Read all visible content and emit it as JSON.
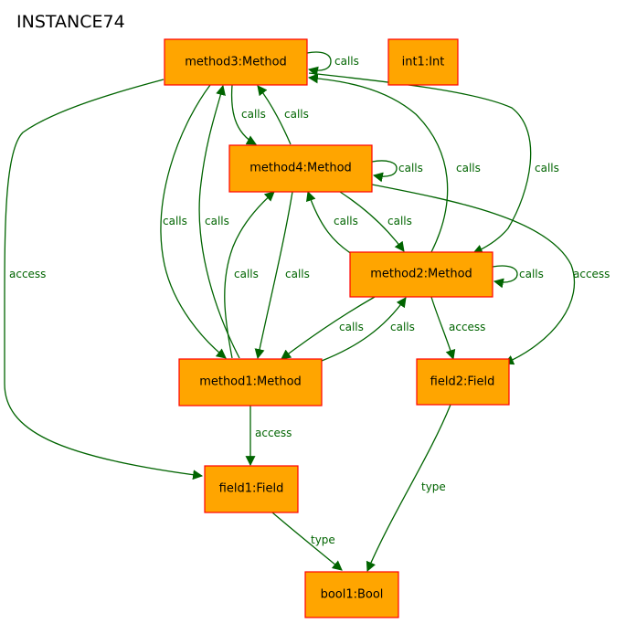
{
  "title": "INSTANCE74",
  "nodes": {
    "method3": "method3:Method",
    "int1": "int1:Int",
    "method4": "method4:Method",
    "method2": "method2:Method",
    "method1": "method1:Method",
    "field2": "field2:Field",
    "field1": "field1:Field",
    "bool1": "bool1:Bool"
  },
  "edges": [
    {
      "id": "m3-self",
      "from": "method3",
      "to": "method3",
      "label": "calls"
    },
    {
      "id": "m3-m4",
      "from": "method3",
      "to": "method4",
      "label": "calls"
    },
    {
      "id": "m4-m3",
      "from": "method4",
      "to": "method3",
      "label": "calls"
    },
    {
      "id": "m4-self",
      "from": "method4",
      "to": "method4",
      "label": "calls"
    },
    {
      "id": "m3-m1",
      "from": "method3",
      "to": "method1",
      "label": "calls"
    },
    {
      "id": "m1-m3",
      "from": "method1",
      "to": "method3",
      "label": "calls"
    },
    {
      "id": "m2-m3",
      "from": "method2",
      "to": "method3",
      "label": "calls"
    },
    {
      "id": "m3-m2",
      "from": "method3",
      "to": "method2",
      "label": "calls"
    },
    {
      "id": "m3-field1",
      "from": "method3",
      "to": "field1",
      "label": "access"
    },
    {
      "id": "m2-m4",
      "from": "method2",
      "to": "method4",
      "label": "calls"
    },
    {
      "id": "m4-m2",
      "from": "method4",
      "to": "method2",
      "label": "calls"
    },
    {
      "id": "m1-m4",
      "from": "method1",
      "to": "method4",
      "label": "calls"
    },
    {
      "id": "m4-m1",
      "from": "method4",
      "to": "method1",
      "label": "calls"
    },
    {
      "id": "m4-field2",
      "from": "method4",
      "to": "field2",
      "label": "access"
    },
    {
      "id": "m2-self",
      "from": "method2",
      "to": "method2",
      "label": "calls"
    },
    {
      "id": "m2-m1",
      "from": "method2",
      "to": "method1",
      "label": "calls"
    },
    {
      "id": "m1-m2",
      "from": "method1",
      "to": "method2",
      "label": "calls"
    },
    {
      "id": "m2-field2",
      "from": "method2",
      "to": "field2",
      "label": "access"
    },
    {
      "id": "m1-field1",
      "from": "method1",
      "to": "field1",
      "label": "access"
    },
    {
      "id": "field2-bool1",
      "from": "field2",
      "to": "bool1",
      "label": "type"
    },
    {
      "id": "field1-bool1",
      "from": "field1",
      "to": "bool1",
      "label": "type"
    }
  ],
  "colors": {
    "node_fill": "#ffa500",
    "node_border": "#ff0000",
    "edge": "#006400"
  }
}
